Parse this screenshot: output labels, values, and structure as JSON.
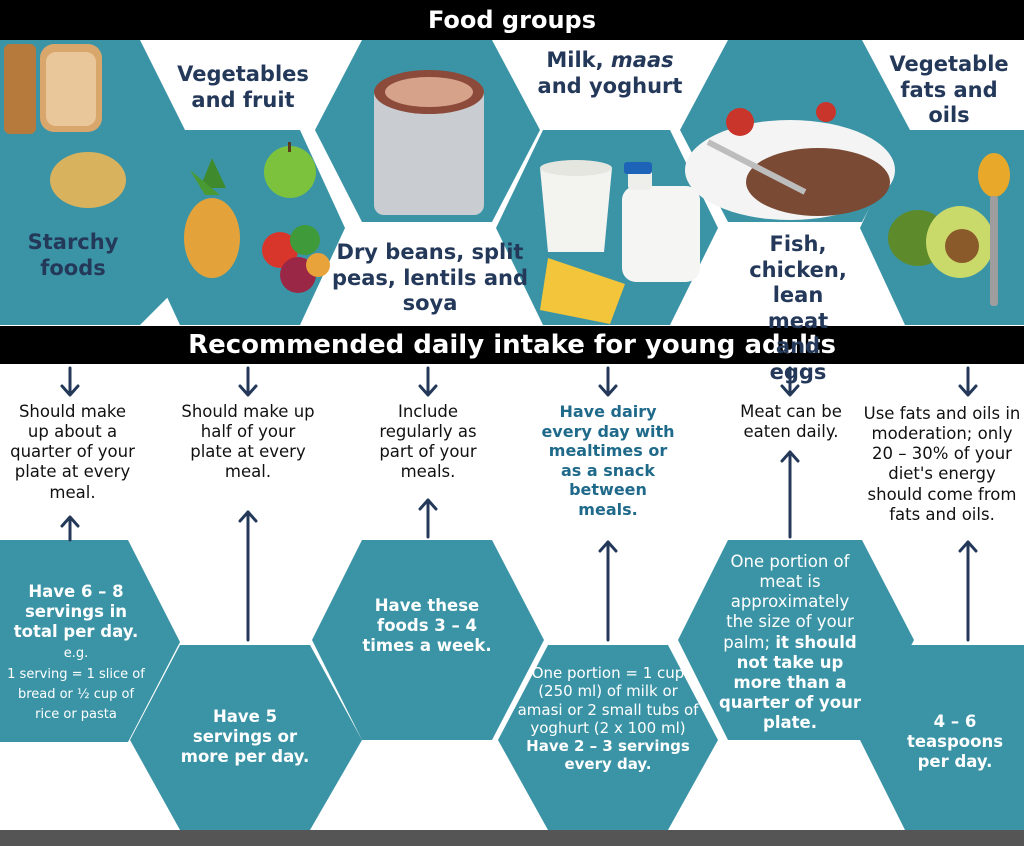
{
  "titles": {
    "top": "Food groups",
    "middle": "Recommended daily intake for young adults"
  },
  "colors": {
    "teal": "#3b94a6",
    "navy": "#24395a",
    "black": "#000000"
  },
  "groups": {
    "starchy": "Starchy foods",
    "veg_fruit": "Vegetables and fruit",
    "beans": "Dry beans, split peas, lentils and soya",
    "milk_a": "Milk, ",
    "milk_b": "maas",
    "milk_c": "and yoghurt",
    "fish": "Fish, chicken, lean meat and eggs",
    "fats": "Vegetable fats and oils"
  },
  "recommendations": {
    "starchy": "Should make up about a quarter of your plate at every meal.",
    "veg_fruit": "Should make up half of your plate at every meal.",
    "beans": "Include regularly as part of your meals.",
    "milk": "Have dairy every day with mealtimes or as a snack between meals.",
    "meat": "Meat can be eaten daily.",
    "fats": "Use fats and oils in moderation; only 20 – 30% of your diet's energy should come from fats and oils."
  },
  "servings": {
    "starchy_bold": "Have 6 – 8 servings in total per day.",
    "starchy_eg": "e.g.",
    "starchy_example": "1 serving = 1 slice of bread or ½ cup of rice or pasta",
    "veg_fruit": "Have 5 servings or more per day.",
    "beans": "Have these foods 3 – 4 times a week.",
    "milk_portion": "One portion = 1 cup (250 ml) of milk or amasi or 2 small tubs of yoghurt (2 x 100 ml)",
    "milk_bold": "Have 2 – 3 servings every day.",
    "meat_portion": "One portion of meat is approximately the size of your palm;",
    "meat_bold": "it should not take up more than a quarter of your plate.",
    "fats": "4 – 6 teaspoons per day."
  },
  "icons": [
    "bread-icon",
    "potato-icon",
    "pineapple-icon",
    "apple-icon",
    "vegetables-icon",
    "beans-can-icon",
    "yoghurt-icon",
    "milk-bottle-icon",
    "cheese-icon",
    "steak-icon",
    "fork-icon",
    "tomato-icon",
    "avocado-icon",
    "spoon-oil-icon",
    "arrow-down-icon",
    "arrow-up-icon"
  ]
}
